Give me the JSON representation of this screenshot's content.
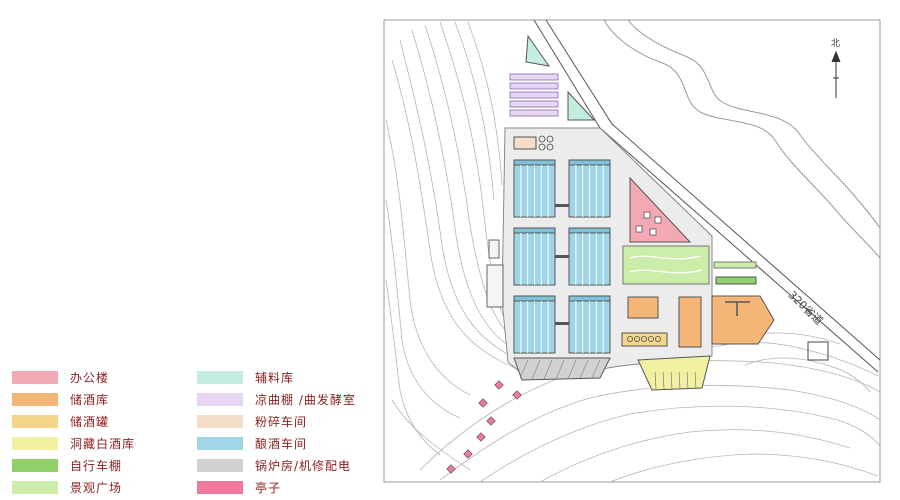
{
  "legend": {
    "left_column": [
      {
        "label": "办公楼",
        "color": "#f2a9b3"
      },
      {
        "label": "储酒库",
        "color": "#f4b676"
      },
      {
        "label": "储酒罐",
        "color": "#f5d58a"
      },
      {
        "label": "洞藏白酒库",
        "color": "#f4f0a2"
      },
      {
        "label": "自行车棚",
        "color": "#8fd06a"
      },
      {
        "label": "景观广场",
        "color": "#ccedaa"
      }
    ],
    "right_column": [
      {
        "label": "辅料库",
        "color": "#c3ece3"
      },
      {
        "label": "凉曲棚 /曲发酵室",
        "color": "#e6d6f4"
      },
      {
        "label": "粉碎车间",
        "color": "#f3dcc8"
      },
      {
        "label": "酿酒车间",
        "color": "#9fd6e7"
      },
      {
        "label": "锅炉房/机修配电",
        "color": "#d1d1d1"
      },
      {
        "label": "亭子",
        "color": "#f07a9c"
      }
    ]
  },
  "map": {
    "road_label": "320省道",
    "north_label": "北"
  }
}
